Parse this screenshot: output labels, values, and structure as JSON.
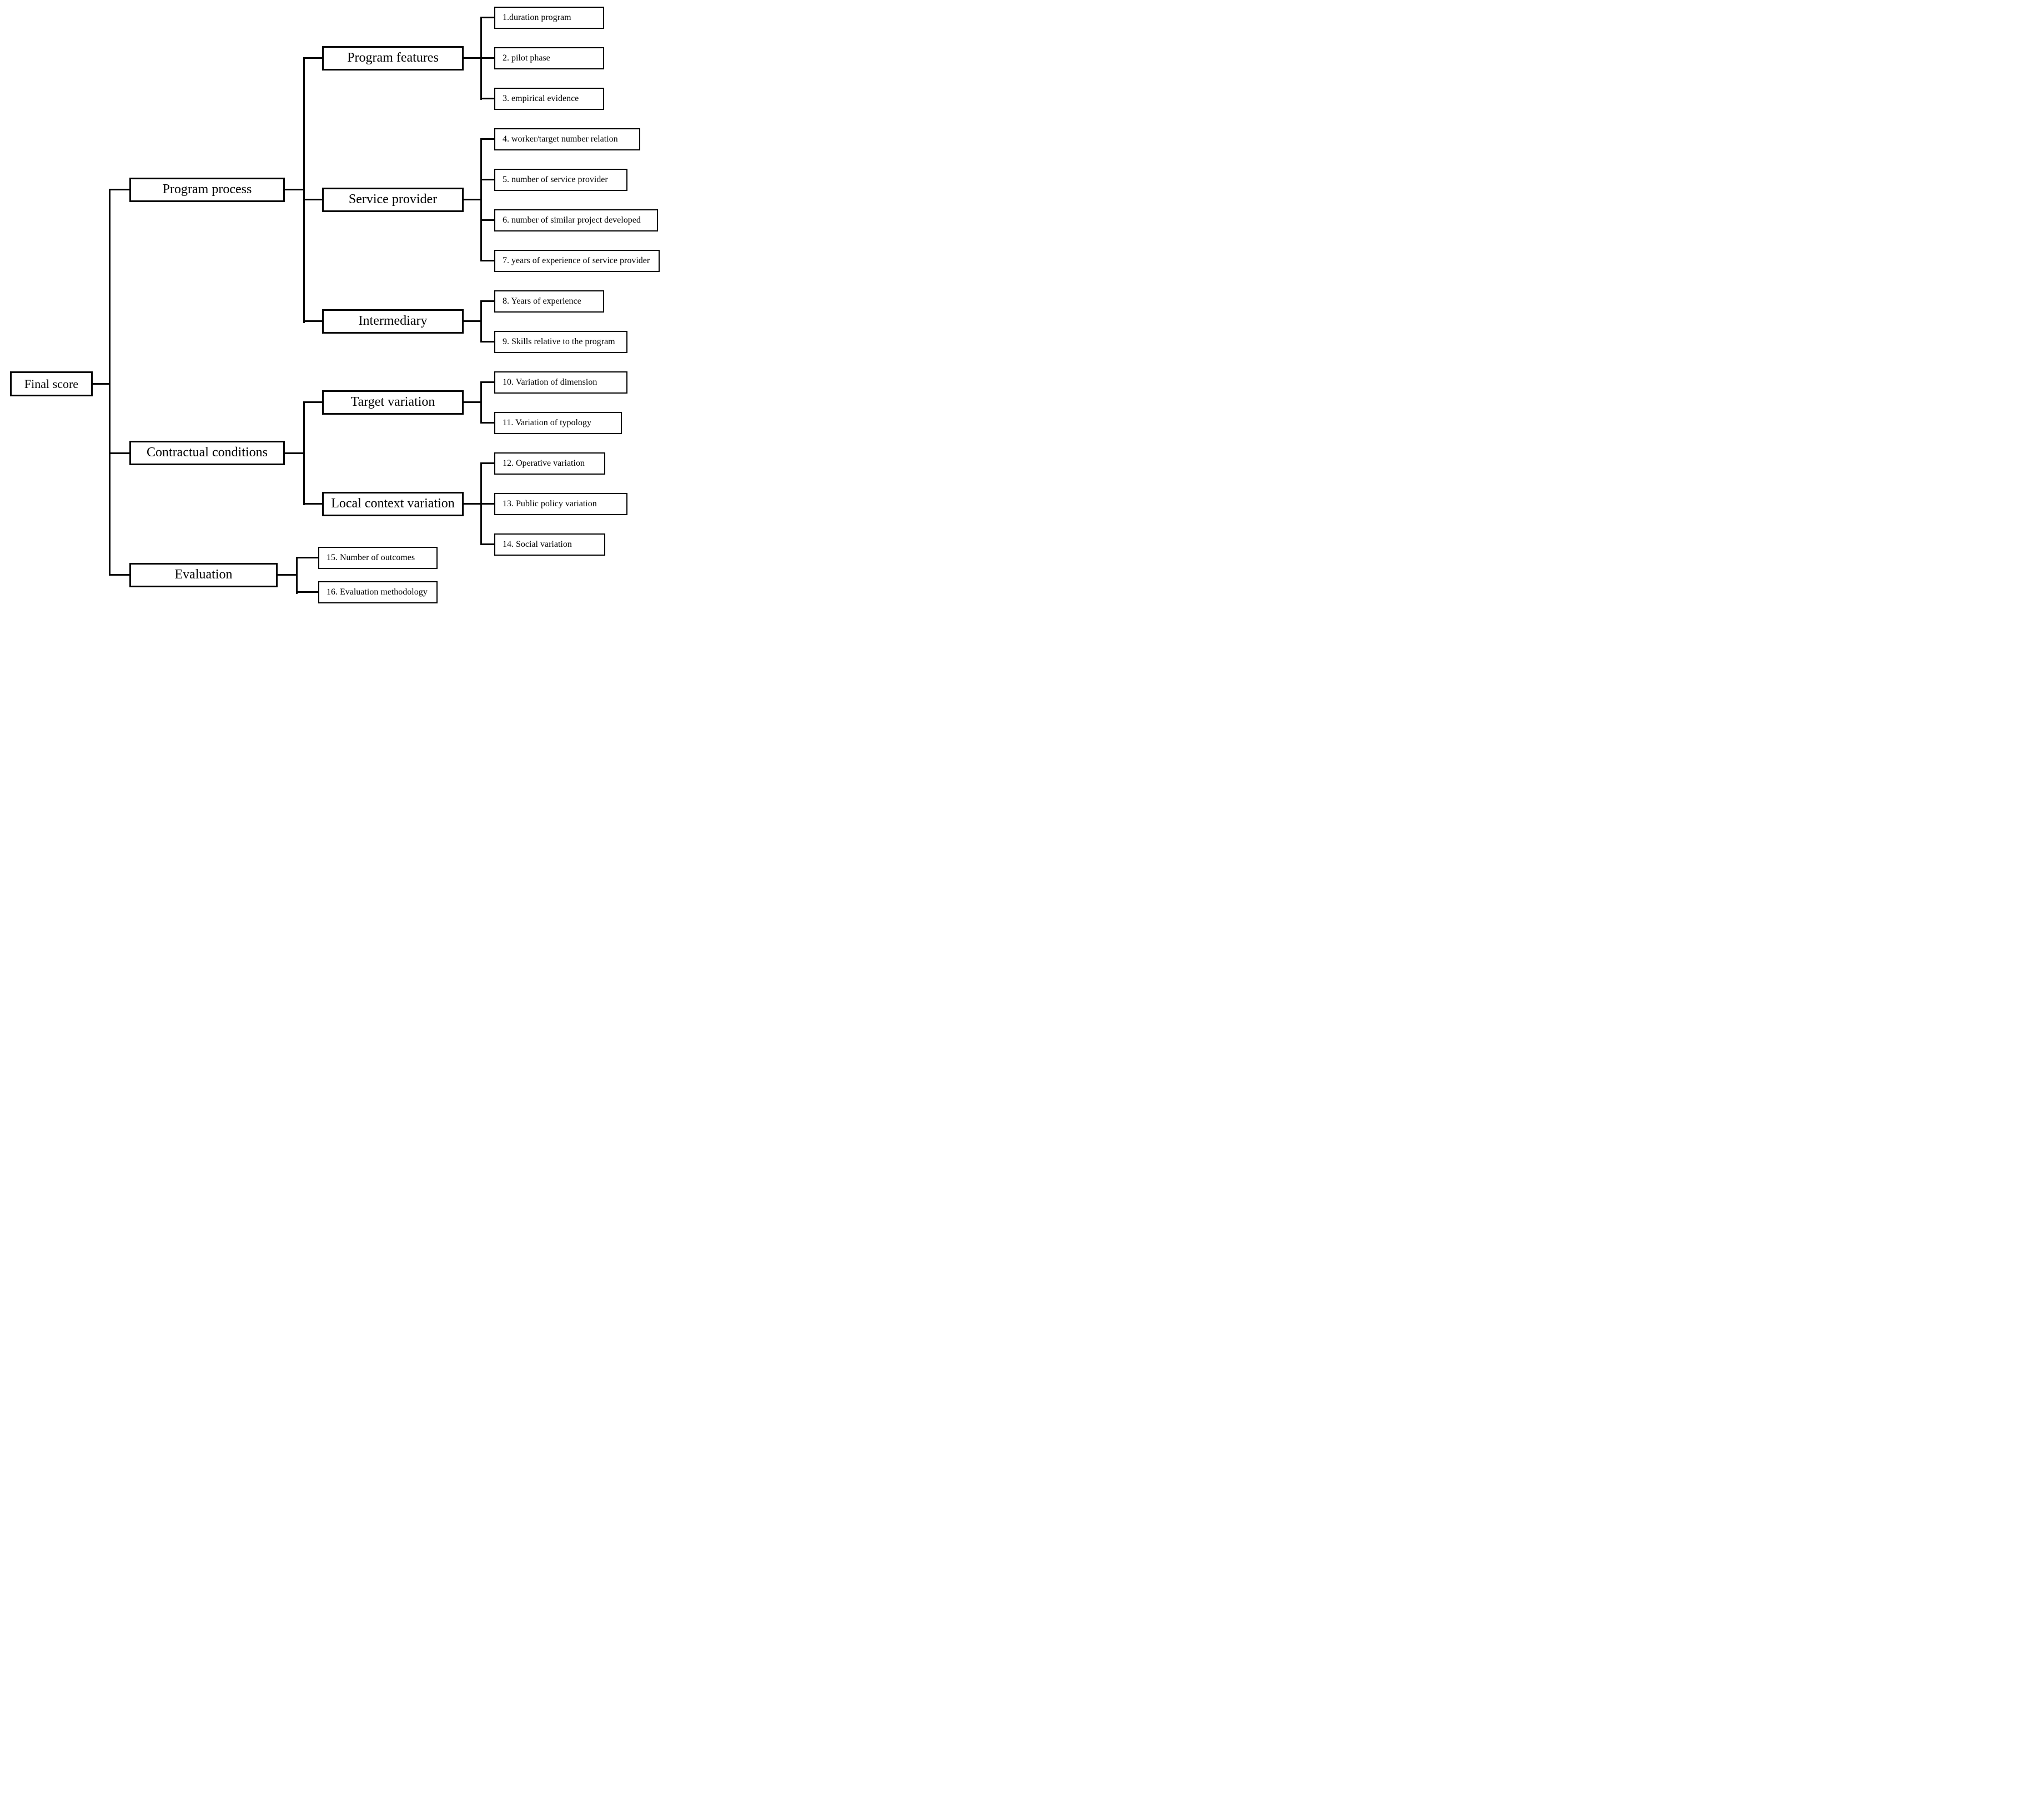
{
  "colors": {
    "line": "#000000",
    "box_border": "#000000",
    "background": "#ffffff",
    "text": "#000000"
  },
  "tree": {
    "root": {
      "label": "Final score"
    },
    "branches": [
      {
        "label": "Program process",
        "groups": [
          {
            "label": "Program features",
            "items": [
              {
                "label": "1.duration program"
              },
              {
                "label": "2. pilot phase"
              },
              {
                "label": "3. empirical evidence"
              }
            ]
          },
          {
            "label": "Service provider",
            "items": [
              {
                "label": "4. worker/target number relation"
              },
              {
                "label": "5. number of service provider"
              },
              {
                "label": "6. number of similar project developed"
              },
              {
                "label": "7. years of experience of service provider"
              }
            ]
          },
          {
            "label": "Intermediary",
            "items": [
              {
                "label": "8. Years of experience"
              },
              {
                "label": "9. Skills relative to the program"
              }
            ]
          }
        ]
      },
      {
        "label": "Contractual conditions",
        "groups": [
          {
            "label": "Target variation",
            "items": [
              {
                "label": "10. Variation of dimension"
              },
              {
                "label": "11. Variation of typology"
              }
            ]
          },
          {
            "label": "Local context variation",
            "items": [
              {
                "label": "12. Operative variation"
              },
              {
                "label": "13. Public policy variation"
              },
              {
                "label": "14. Social variation"
              }
            ]
          }
        ]
      },
      {
        "label": "Evaluation",
        "items": [
          {
            "label": "15. Number of outcomes"
          },
          {
            "label": "16. Evaluation methodology"
          }
        ]
      }
    ]
  }
}
